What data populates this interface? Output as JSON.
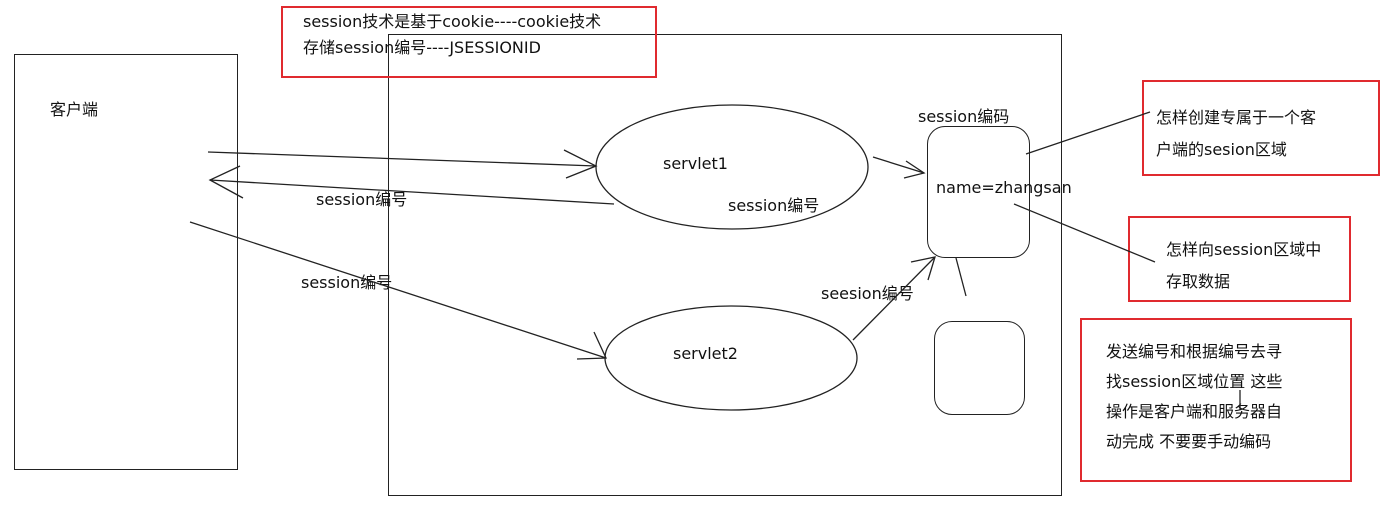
{
  "client": {
    "label": "客户端"
  },
  "server_notes": {
    "top": [
      "session技术是基于cookie----cookie技术",
      "存储session编号----JSESSIONID"
    ]
  },
  "servlets": [
    {
      "label": "servlet1"
    },
    {
      "label": "servlet2"
    }
  ],
  "session_area": {
    "title": "session编码",
    "content": "name=zhangsan"
  },
  "arrow_labels": {
    "s1_return": "session编号",
    "client_return": "session编号",
    "client_to_s2": "session编号",
    "s2_to_area": "seesion编号"
  },
  "callouts": [
    {
      "lines": [
        "怎样创建专属于一个客",
        "户端的sesion区域"
      ]
    },
    {
      "lines": [
        "怎样向session区域中",
        "存取数据"
      ]
    },
    {
      "lines": [
        "发送编号和根据编号去寻",
        "找session区域位置 这些",
        "操作是客户端和服务器自",
        "动完成 不要要手动编码"
      ]
    }
  ]
}
